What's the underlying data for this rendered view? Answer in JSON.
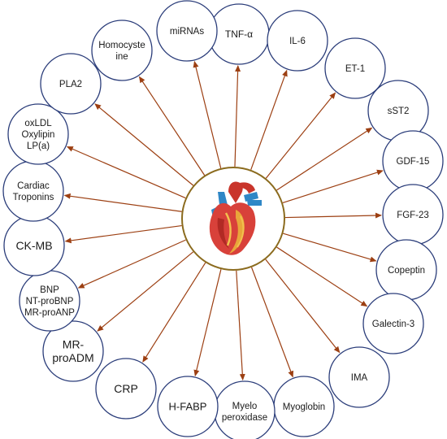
{
  "diagram": {
    "center_icon": "heart-icon",
    "colors": {
      "node_border": "#2b3d7a",
      "center_border": "#8b6b1e",
      "arrow": "#9c3f12",
      "text": "#1a1a1a"
    },
    "nodes": [
      {
        "key": "tnf",
        "lines": [
          "TNF-α"
        ]
      },
      {
        "key": "il6",
        "lines": [
          "IL-6"
        ]
      },
      {
        "key": "et1",
        "lines": [
          "ET-1"
        ]
      },
      {
        "key": "sst2",
        "lines": [
          "sST2"
        ]
      },
      {
        "key": "gdf15",
        "lines": [
          "GDF-15"
        ]
      },
      {
        "key": "fgf23",
        "lines": [
          "FGF-23"
        ]
      },
      {
        "key": "copeptin",
        "lines": [
          "Copeptin"
        ]
      },
      {
        "key": "galectin3",
        "lines": [
          "Galectin-3"
        ]
      },
      {
        "key": "ima",
        "lines": [
          "IMA"
        ]
      },
      {
        "key": "myoglobin",
        "lines": [
          "Myoglobin"
        ]
      },
      {
        "key": "myeloperoxidase",
        "lines": [
          "Myelo",
          "peroxidase"
        ]
      },
      {
        "key": "hfabp",
        "lines": [
          "H-FABP"
        ]
      },
      {
        "key": "crp",
        "lines": [
          "CRP"
        ]
      },
      {
        "key": "mr-proadm",
        "lines": [
          "MR-",
          "proADM"
        ]
      },
      {
        "key": "bnp",
        "lines": [
          "BNP",
          "NT-proBNP",
          "MR-proANP"
        ]
      },
      {
        "key": "ck-mb",
        "lines": [
          "CK-MB"
        ]
      },
      {
        "key": "cardiac-troponins",
        "lines": [
          "Cardiac",
          "Troponins"
        ]
      },
      {
        "key": "oxldl",
        "lines": [
          "oxLDL",
          "Oxylipin",
          "LP(a)"
        ]
      },
      {
        "key": "pla2",
        "lines": [
          "PLA2"
        ]
      },
      {
        "key": "homocysteine",
        "lines": [
          "Homocyste",
          "ine"
        ]
      },
      {
        "key": "mirnas",
        "lines": [
          "miRNAs"
        ]
      }
    ]
  }
}
